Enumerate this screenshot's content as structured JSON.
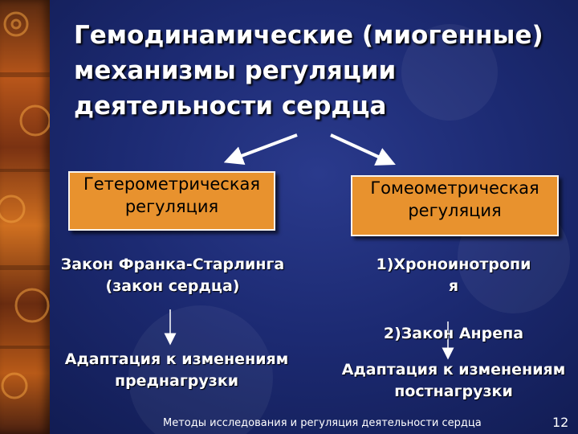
{
  "title": {
    "line1": "Гемодинамические (миогенные)",
    "line2": "механизмы регуляции",
    "line3": "деятельности сердца"
  },
  "left": {
    "box_line1": "Гетерометрическая",
    "box_line2": "регуляция",
    "law_line1": "Закон Франка-Старлинга",
    "law_line2": "(закон сердца)",
    "adapt_line1": "Адаптация к изменениям",
    "adapt_line2": "преднагрузки"
  },
  "right": {
    "box_line1": "Гомеометрическая",
    "box_line2": "регуляция",
    "item1_line1": "1)Хроноинотропи",
    "item1_line2": "я",
    "item2": "2)Закон Анрепа",
    "adapt_line1": "Адаптация к изменениям",
    "adapt_line2": "постнагрузки"
  },
  "footer": "Методы исследования и регуляция деятельности сердца",
  "page_number": "12",
  "colors": {
    "background": "#1c2a72",
    "box_fill": "#e8922e",
    "text": "#ffffff",
    "sidebar": "#b8561a"
  },
  "icons": [
    "gear-icon"
  ]
}
